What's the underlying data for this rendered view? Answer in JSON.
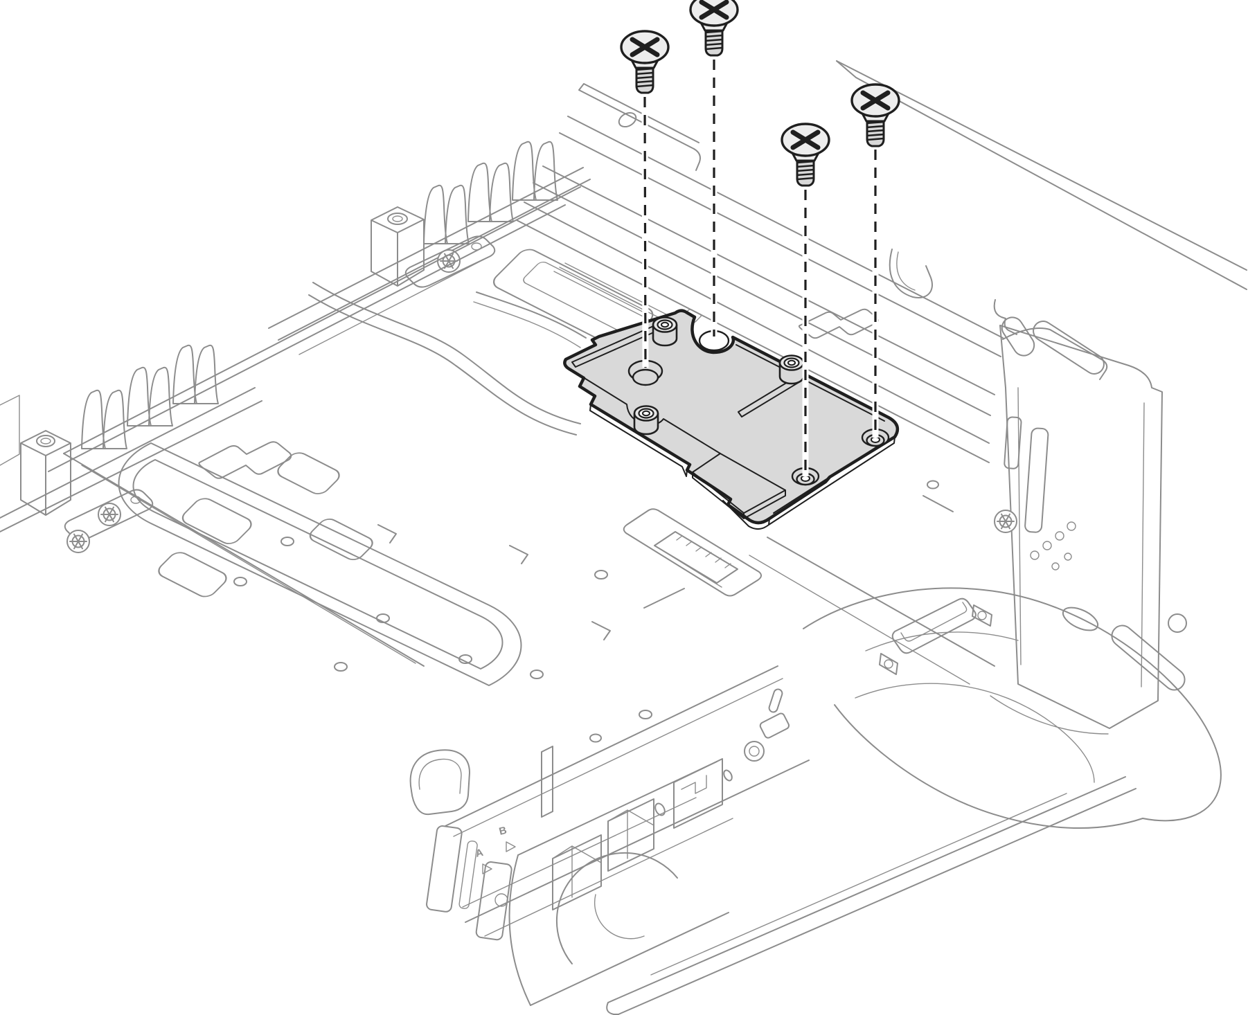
{
  "figure": {
    "type": "isometric technical line illustration",
    "subject": "Installing four Phillips screws to secure a cold plate (shaded) onto a water-cooling plate assembly of a server node",
    "screw_count": 4
  },
  "colors": {
    "background": "#ffffff",
    "line_art": "#8c8c8c",
    "foreground": "#1f1f1f",
    "plate_fill": "#d9d9d9",
    "screw_head": "#ededed",
    "halo": "#ffffff"
  },
  "screws": [
    {
      "id": "screw-1",
      "type": "phillips-flat-head",
      "target": "counterbore-hole-1"
    },
    {
      "id": "screw-2",
      "type": "phillips-flat-head",
      "target": "counterbore-hole-2"
    },
    {
      "id": "screw-3",
      "type": "phillips-flat-head",
      "target": "counterbore-hole-3"
    },
    {
      "id": "screw-4",
      "type": "phillips-flat-head",
      "target": "counterbore-hole-4"
    }
  ],
  "panel_marks": {
    "b": "B",
    "a": "A"
  }
}
